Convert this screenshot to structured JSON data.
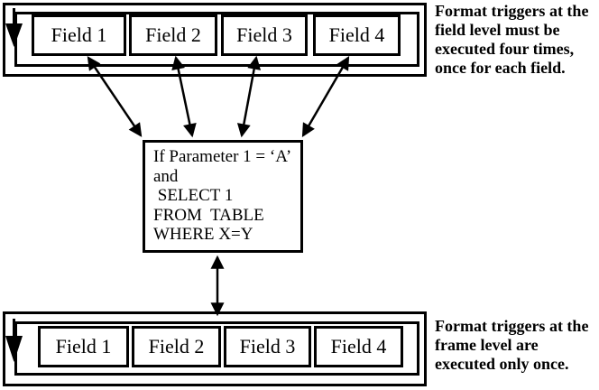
{
  "colors": {
    "ink": "#000000",
    "paper": "#ffffff"
  },
  "top_frame": {
    "fields": [
      {
        "label": "Field 1"
      },
      {
        "label": "Field 2"
      },
      {
        "label": "Field 3"
      },
      {
        "label": "Field 4"
      }
    ]
  },
  "middle_box": {
    "lines": [
      "If Parameter 1 = ‘A’",
      "and",
      " SELECT 1",
      "FROM  TABLE",
      "WHERE X=Y"
    ]
  },
  "bottom_frame": {
    "fields": [
      {
        "label": "Field 1"
      },
      {
        "label": "Field 2"
      },
      {
        "label": "Field 3"
      },
      {
        "label": "Field 4"
      }
    ]
  },
  "annotations": {
    "field_level": "Format triggers at the\nfield level must be\nexecuted four times,\nonce for each field.",
    "frame_level": "Format triggers at the\nframe level are\nexecuted only once."
  }
}
